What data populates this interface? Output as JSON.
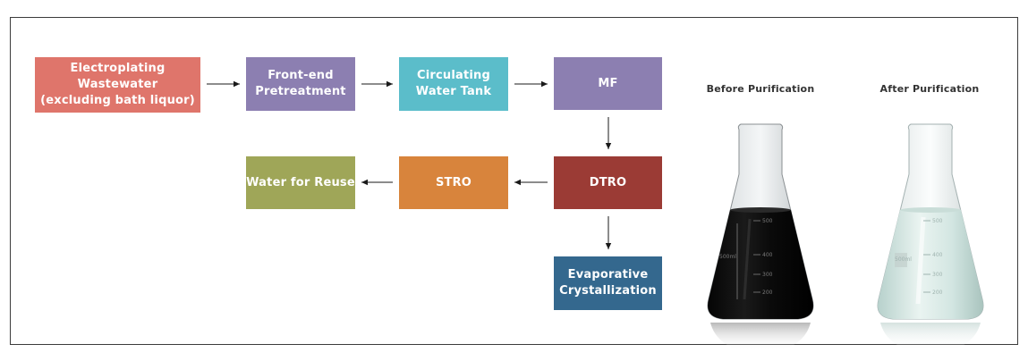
{
  "diagram": {
    "nodes": {
      "wastewater": {
        "label": "Electroplating\nWastewater\n(excluding bath liquor)",
        "color": "#df756b"
      },
      "pretreatment": {
        "label": "Front-end\nPretreatment",
        "color": "#8c7fb1"
      },
      "tank": {
        "label": "Circulating\nWater Tank",
        "color": "#5bbdca"
      },
      "mf": {
        "label": "MF",
        "color": "#8c7fb1"
      },
      "dtro": {
        "label": "DTRO",
        "color": "#9b3b35"
      },
      "stro": {
        "label": "STRO",
        "color": "#d8843c"
      },
      "reuse": {
        "label": "Water for Reuse",
        "color": "#9fa658"
      },
      "evaporative": {
        "label": "Evaporative\nCrystallization",
        "color": "#34688e"
      }
    },
    "edges": [
      {
        "from": "wastewater",
        "to": "pretreatment"
      },
      {
        "from": "pretreatment",
        "to": "tank"
      },
      {
        "from": "tank",
        "to": "mf"
      },
      {
        "from": "mf",
        "to": "dtro"
      },
      {
        "from": "dtro",
        "to": "stro"
      },
      {
        "from": "stro",
        "to": "reuse"
      },
      {
        "from": "dtro",
        "to": "evaporative"
      }
    ]
  },
  "photos": {
    "before": {
      "caption": "Before Purification",
      "scale": {
        "volume": "500ml",
        "marks": [
          "500",
          "400",
          "300",
          "200"
        ]
      }
    },
    "after": {
      "caption": "After Purification",
      "scale": {
        "volume": "500ml",
        "marks": [
          "500",
          "400",
          "300",
          "200"
        ]
      }
    }
  }
}
